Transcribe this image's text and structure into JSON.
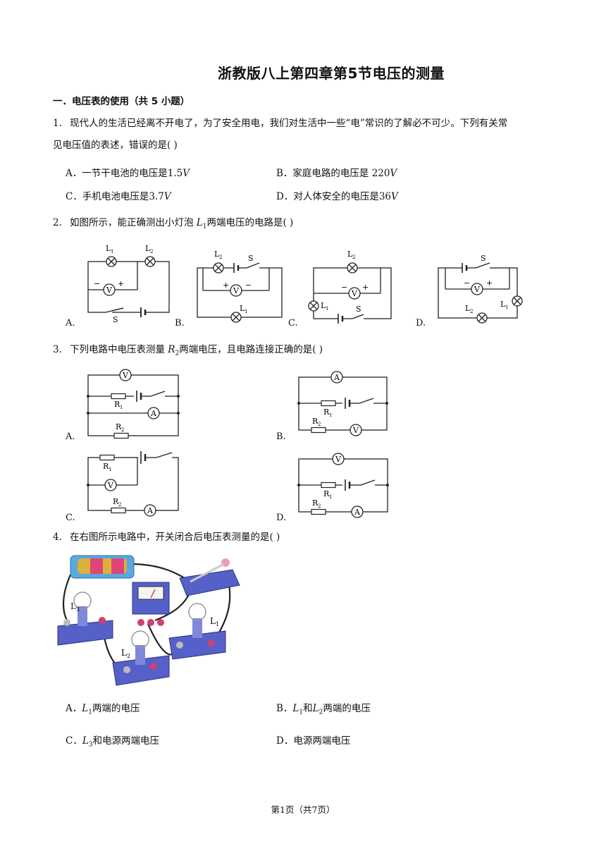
{
  "title": "浙教版八上第四章第5节电压的测量",
  "section": "一．电压表的使用（共 5 小题）",
  "q1": {
    "num": "1.",
    "line1": "现代人的生活已经离不开电了，为了安全用电，我们对生活中一些“电”常识的了解必不可少。下列有关常",
    "line2": "见电压值的表述，错误的是( )",
    "options": {
      "A": {
        "label": "A．",
        "text": "一节干电池的电压是1.5",
        "unit": "V"
      },
      "B": {
        "label": "B．",
        "text": "家庭电路的电压是 220",
        "unit": "V"
      },
      "C": {
        "label": "C．",
        "text": "手机电池电压是3.7",
        "unit": "V"
      },
      "D": {
        "label": "D．",
        "text": "对人体安全的电压是36",
        "unit": "V"
      }
    }
  },
  "q2": {
    "num": "2.",
    "pre": "如图所示，能正确测出小灯泡 ",
    "var": "L",
    "sub": "1",
    "post": "两端电压的电路是( )",
    "labels": [
      "A.",
      "B.",
      "C.",
      "D."
    ]
  },
  "q3": {
    "num": "3.",
    "pre": "下列电路中电压表测量 ",
    "var": "R",
    "sub": "2",
    "post": "两端电压，且电路连接正确的是( )",
    "labels": [
      "A.",
      "B.",
      "C.",
      "D."
    ]
  },
  "q4": {
    "num": "4.",
    "text": "在右图所示电路中，开关闭合后电压表测量的是( )",
    "options": {
      "A": {
        "label": "A．",
        "v1": "L",
        "s1": "1",
        "text": "两端的电压"
      },
      "B": {
        "label": "B．",
        "v1": "L",
        "s1": "1",
        "mid": "和",
        "v2": "L",
        "s2": "2",
        "text": "两端的电压"
      },
      "C": {
        "label": "C．",
        "v1": "L",
        "s1": "3",
        "text": "和电源两端电压"
      },
      "D": {
        "label": "D．",
        "text": "电源两端电压"
      }
    }
  },
  "symbols": {
    "lamp1": "L",
    "lamp2": "L",
    "sub1": "1",
    "sub2": "2",
    "sub3": "3",
    "switch": "S",
    "voltmeter": "V",
    "ammeter": "A",
    "resistor": "R",
    "plus": "+",
    "minus": "−"
  },
  "footer": "第1页（共7页）"
}
